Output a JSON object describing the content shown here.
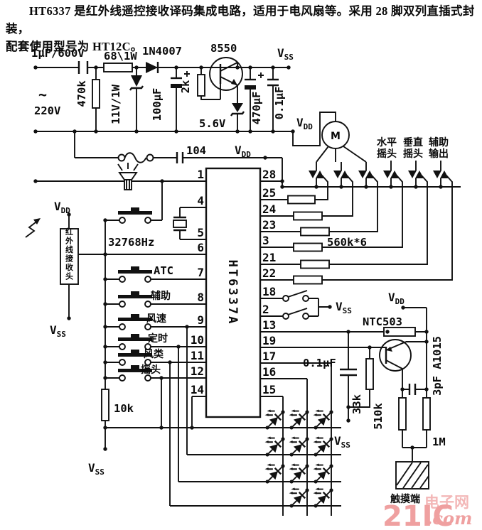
{
  "header": {
    "line1": "HT6337 是红外线遥控接收译码集成电路，适用于电风扇等。采用 28 脚双列直插式封装，",
    "line2": "配套使用型号为 HT12C。"
  },
  "sym": {
    "v": "V",
    "ss": "SS",
    "dd": "DD"
  },
  "ic": {
    "part": "HT6337A",
    "left_pins": [
      "1",
      "4",
      "5",
      "6",
      "7",
      "8",
      "9",
      "10",
      "11",
      "12",
      "14"
    ],
    "right_pins": [
      "28",
      "25",
      "24",
      "23",
      "3",
      "21",
      "22",
      "18",
      "2",
      "13",
      "19",
      "17",
      "16",
      "15"
    ]
  },
  "power": {
    "c_in": "1μF/600V",
    "r_68": "68\\1W",
    "d_1": "1N4007",
    "q_8550": "8550",
    "ac_tilde": "~",
    "ac": "220V",
    "r_470k": "470k",
    "zd_11v": "11V/1W",
    "c_100uf": "100μF",
    "r_2k": "2k",
    "zd_5v6": "5.6V",
    "c_470uf": "470μF",
    "c_01uf": "0.1μF"
  },
  "osc": {
    "c_104": "104",
    "xtal": "32768Hz"
  },
  "ir": {
    "receiver": "红外线接收头"
  },
  "keys": {
    "labels": [
      "ATC",
      "辅助",
      "风速",
      "定时",
      "风类",
      "摇头"
    ],
    "r_10k": "10k"
  },
  "outputs": {
    "motor": "M",
    "r_560k": "560k*6",
    "ch4": [
      "水平",
      "摇头"
    ],
    "ch5": [
      "垂直",
      "摇头"
    ],
    "ch6": [
      "辅助",
      "输出"
    ]
  },
  "touch": {
    "ntc": "NTC503",
    "c_01uf": "0.1μF",
    "r_33k": "33k",
    "q_label": "3pF A1015",
    "r_510k": "510k",
    "r_1m": "1M",
    "pad": "触摸端"
  },
  "watermark": {
    "num": "21IC",
    "com": ".com",
    "site": "电子网",
    "color": "#efa0a0"
  }
}
